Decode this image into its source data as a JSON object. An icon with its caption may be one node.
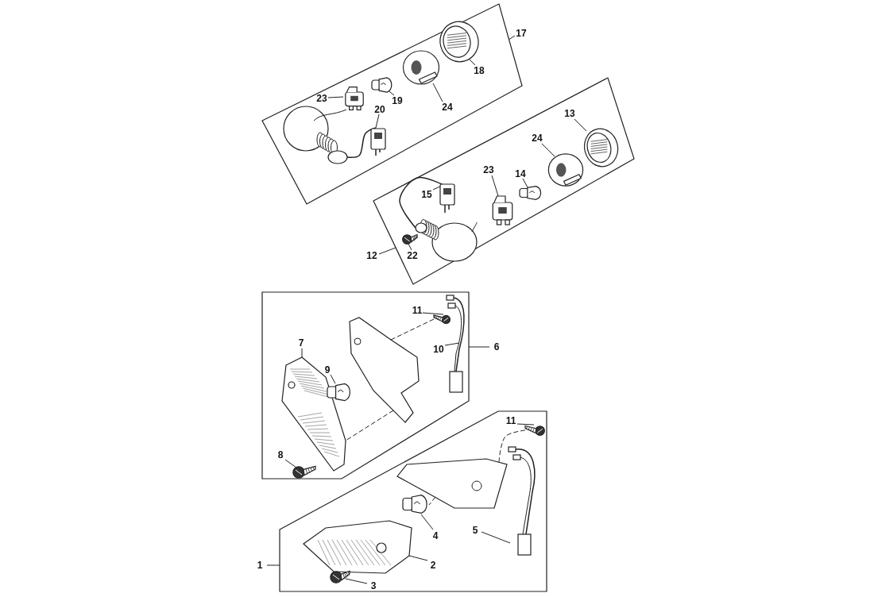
{
  "diagram": {
    "nodes": [
      {
        "text": [],
        "shape": "box"
      },
      {
        "text": [
          "17"
        ]
      },
      {
        "text": [
          "23"
        ],
        "in": 0
      },
      {
        "text": [],
        "shape": "picture",
        "in": 0
      },
      {
        "text": [
          "19"
        ],
        "in": 0
      },
      {
        "text": [],
        "shape": "picture",
        "in": 0
      },
      {
        "text": [
          "24"
        ],
        "in": 0
      },
      {
        "text": [],
        "shape": "picture",
        "in": 0
      },
      {
        "text": [
          "18"
        ],
        "in": 0
      },
      {
        "text": [],
        "shape": "picture",
        "in": 0
      },
      {
        "text": [
          "20"
        ],
        "in": 0
      },
      {
        "text": [],
        "shape": "picture",
        "in": 0
      },
      {
        "text": [],
        "shape": "box"
      },
      {
        "text": [
          "13"
        ],
        "in": 12
      },
      {
        "text": [],
        "shape": "picture",
        "in": 12
      },
      {
        "text": [
          "24"
        ],
        "in": 12
      },
      {
        "text": [],
        "shape": "picture",
        "in": 12
      },
      {
        "text": [
          "14"
        ],
        "in": 12
      },
      {
        "text": [],
        "shape": "picture",
        "in": 12
      },
      {
        "text": [
          "23"
        ],
        "in": 12
      },
      {
        "text": [],
        "shape": "picture",
        "in": 12
      },
      {
        "text": [
          "15"
        ],
        "in": 12
      },
      {
        "text": [],
        "shape": "picture",
        "in": 12
      },
      {
        "text": [
          "12"
        ]
      },
      {
        "text": [
          "22"
        ],
        "in": 12
      },
      {
        "text": [],
        "shape": "picture",
        "in": 12
      },
      {
        "text": [],
        "shape": "box"
      },
      {
        "text": [
          "11"
        ],
        "in": 26
      },
      {
        "text": [],
        "shape": "picture",
        "in": 26
      },
      {
        "text": [
          "10"
        ],
        "in": 26
      },
      {
        "text": [],
        "shape": "picture",
        "in": 26
      },
      {
        "text": [
          "6"
        ]
      },
      {
        "text": [
          "7"
        ],
        "in": 26
      },
      {
        "text": [],
        "shape": "picture",
        "in": 26
      },
      {
        "text": [
          "9"
        ],
        "in": 26
      },
      {
        "text": [],
        "shape": "picture",
        "in": 26
      },
      {
        "text": [
          "8"
        ],
        "in": 26
      },
      {
        "text": [],
        "shape": "picture",
        "in": 26
      },
      {
        "text": [],
        "shape": "box"
      },
      {
        "text": [
          "11"
        ],
        "in": 38
      },
      {
        "text": [],
        "shape": "picture",
        "in": 38
      },
      {
        "text": [
          "5"
        ],
        "in": 38
      },
      {
        "text": [],
        "shape": "picture",
        "in": 38
      },
      {
        "text": [
          "4"
        ],
        "in": 38
      },
      {
        "text": [],
        "shape": "picture",
        "in": 38
      },
      {
        "text": [
          "1"
        ]
      },
      {
        "text": [
          "2"
        ],
        "in": 38
      },
      {
        "text": [],
        "shape": "picture",
        "in": 38
      },
      {
        "text": [
          "3"
        ],
        "in": 38
      },
      {
        "text": [],
        "shape": "picture",
        "in": 38
      },
      {
        "text": [],
        "shape": "picture",
        "in": 0
      },
      {
        "text": [],
        "shape": "picture",
        "in": 12
      },
      {
        "text": [],
        "shape": "picture",
        "in": 26
      },
      {
        "text": [],
        "shape": "picture",
        "in": 38
      }
    ],
    "edges": [
      {
        "from": 1,
        "to": 0,
        "arrow": "none"
      },
      {
        "from": 2,
        "to": 3,
        "arrow": "none"
      },
      {
        "from": 4,
        "to": 5,
        "arrow": "none"
      },
      {
        "from": 6,
        "to": 7,
        "arrow": "none"
      },
      {
        "from": 8,
        "to": 9,
        "arrow": "none"
      },
      {
        "from": 10,
        "to": 11,
        "arrow": "none"
      },
      {
        "from": 13,
        "to": 14,
        "arrow": "none"
      },
      {
        "from": 15,
        "to": 16,
        "arrow": "none"
      },
      {
        "from": 17,
        "to": 18,
        "arrow": "none"
      },
      {
        "from": 19,
        "to": 20,
        "arrow": "none"
      },
      {
        "from": 21,
        "to": 22,
        "arrow": "none"
      },
      {
        "from": 23,
        "to": 12,
        "arrow": "none"
      },
      {
        "from": 24,
        "to": 25,
        "arrow": "none"
      },
      {
        "from": 27,
        "to": 28,
        "arrow": "none"
      },
      {
        "from": 29,
        "to": 30,
        "arrow": "none"
      },
      {
        "from": 31,
        "to": 26,
        "arrow": "none"
      },
      {
        "from": 32,
        "to": 33,
        "arrow": "none"
      },
      {
        "from": 34,
        "to": 35,
        "arrow": "none"
      },
      {
        "from": 36,
        "to": 37,
        "arrow": "none"
      },
      {
        "from": 39,
        "to": 40,
        "arrow": "none"
      },
      {
        "from": 41,
        "to": 42,
        "arrow": "none"
      },
      {
        "from": 43,
        "to": 44,
        "arrow": "none"
      },
      {
        "from": 45,
        "to": 38,
        "arrow": "none"
      },
      {
        "from": 46,
        "to": 47,
        "arrow": "none"
      },
      {
        "from": 48,
        "to": 49,
        "arrow": "none"
      },
      {
        "from": 28,
        "to": 52,
        "arrow": "none",
        "style": "dashed"
      },
      {
        "from": 52,
        "to": 33,
        "arrow": "none",
        "style": "dashed"
      },
      {
        "from": 40,
        "to": 53,
        "arrow": "none",
        "style": "dashed"
      },
      {
        "from": 53,
        "to": 44,
        "arrow": "none",
        "style": "dashed"
      },
      {
        "from": 50,
        "to": 11,
        "arrow": "none"
      },
      {
        "from": 51,
        "to": 22,
        "arrow": "none"
      }
    ]
  }
}
